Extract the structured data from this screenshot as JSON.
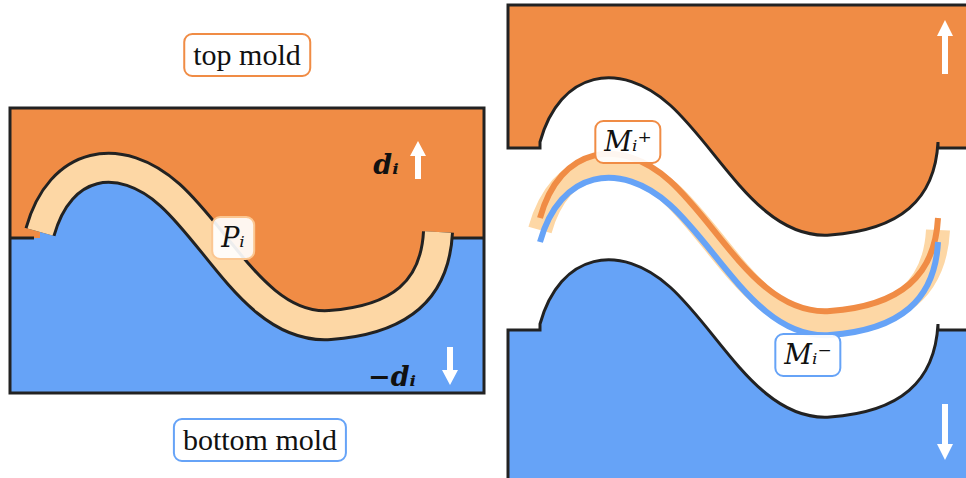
{
  "diagram": {
    "nodes": [
      {
        "text": [
          "top mold"
        ]
      },
      {
        "text": [
          "Pᵢ"
        ]
      },
      {
        "text": [
          "Mᵢ⁺"
        ]
      },
      {
        "text": [
          "Mᵢ⁻"
        ]
      },
      {
        "text": [
          "bottom mold"
        ]
      }
    ],
    "labels": [
      "dᵢ",
      "−dᵢ"
    ]
  }
}
